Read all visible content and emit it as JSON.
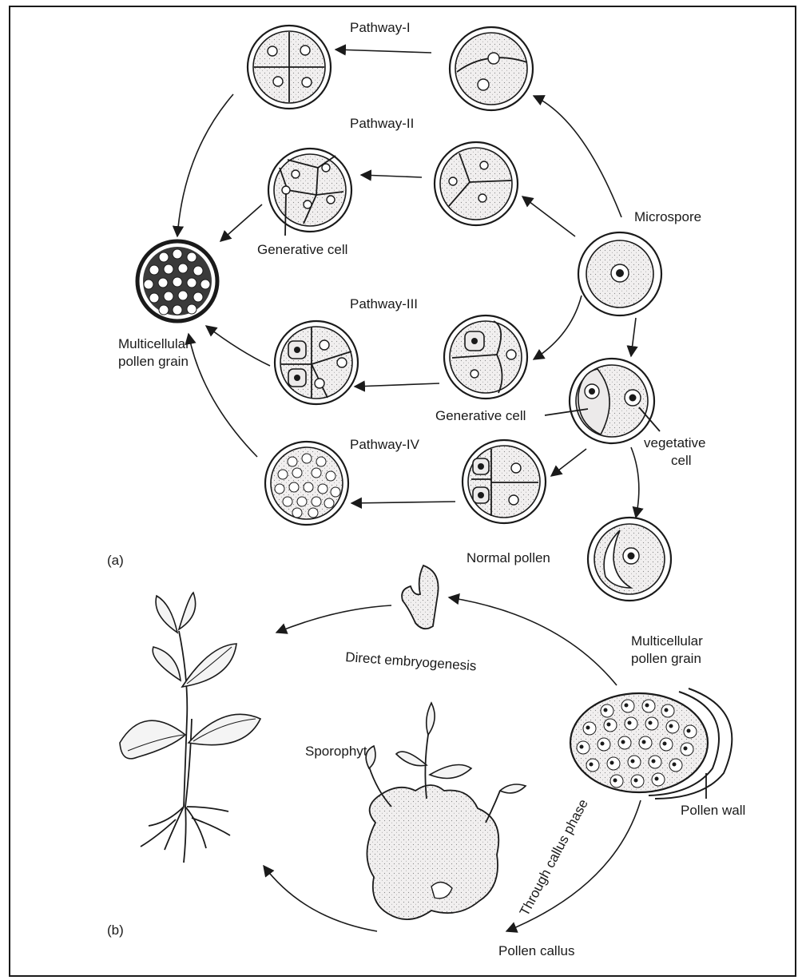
{
  "labels": {
    "pathway1": "Pathway-I",
    "pathway2": "Pathway-II",
    "pathway3": "Pathway-III",
    "pathway4": "Pathway-IV",
    "microspore": "Microspore",
    "generative_cell_top": "Generative cell",
    "generative_cell_mid": "Generative cell",
    "multicellular_pollen_left_1": "Multicellular",
    "multicellular_pollen_left_2": "pollen grain",
    "vegetative_1": "vegetative",
    "vegetative_2": "cell",
    "normal_pollen": "Normal pollen",
    "panel_a": "(a)",
    "panel_b": "(b)",
    "direct_embryogenesis": "Direct embryogenesis",
    "multicellular_pollen_right_1": "Multicellular",
    "multicellular_pollen_right_2": "pollen grain",
    "sporophyte": "Sporophyte",
    "pollen_wall": "Pollen wall",
    "through_callus_phase": "Through callus phase",
    "pollen_callus": "Pollen callus"
  },
  "colors": {
    "ink": "#1a1a1a",
    "cytoplasm": "#eceaea",
    "background": "#ffffff"
  }
}
